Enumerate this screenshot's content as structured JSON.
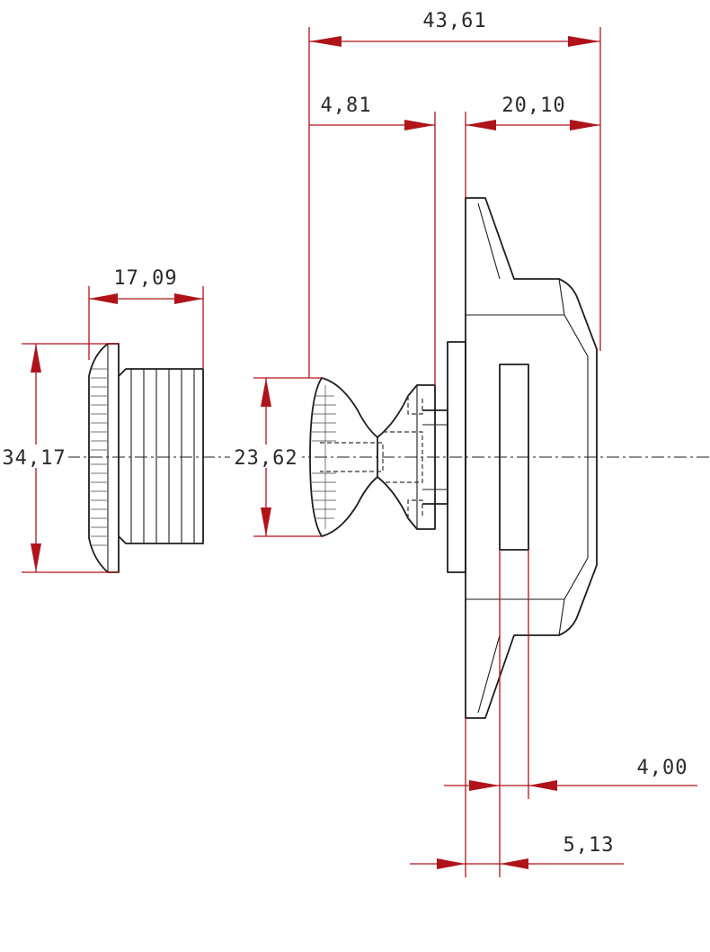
{
  "dimensions": {
    "overall_length": "43,61",
    "knob_offset": "4,81",
    "body_depth": "20,10",
    "flange_width": "17,09",
    "flange_diameter": "34,17",
    "knob_diameter": "23,62",
    "slot_width": "4,00",
    "wing_offset": "5,13"
  },
  "colors": {
    "dimension_lines": "#b0131a",
    "part_lines": "#1e1e1e",
    "background": "#ffffff"
  }
}
